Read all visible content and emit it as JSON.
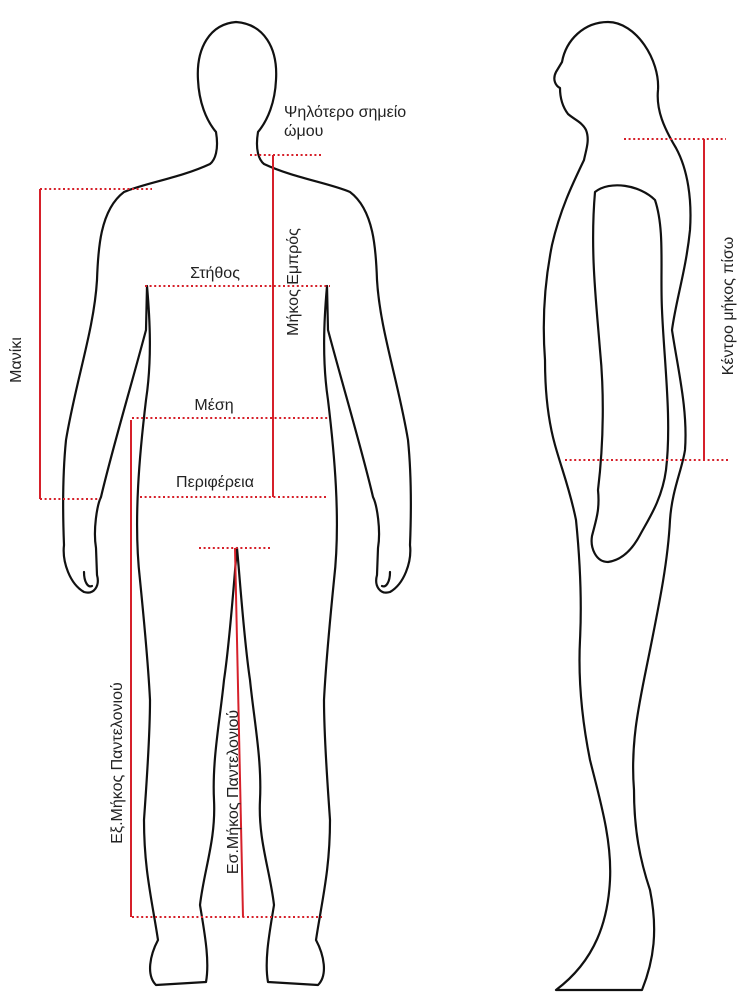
{
  "labels": {
    "shoulder_line1": "Ψηλότερο σημείο",
    "shoulder_line2": "ώμου",
    "front_length": "Μήκος Εμπρός",
    "chest": "Στήθος",
    "sleeve": "Μανίκι",
    "waist": "Μέση",
    "hip": "Περιφέρεια",
    "outer_leg": "Εξ.Μήκος Παντελονιού",
    "inner_leg": "Εσ.Μήκος Παντελονιού",
    "center_back": "Κέντρο μήκος πίσω"
  },
  "colors": {
    "outline": "#111111",
    "measure": "#d6202a",
    "text": "#222222"
  }
}
